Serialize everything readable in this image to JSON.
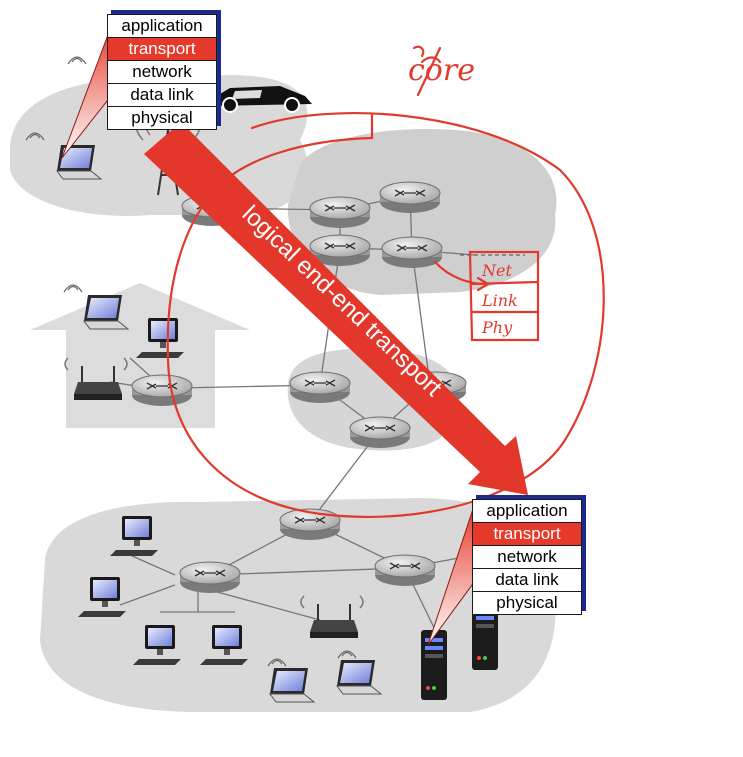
{
  "stacks": {
    "source": {
      "layers": [
        "application",
        "transport",
        "network",
        "data link",
        "physical"
      ],
      "active": "transport"
    },
    "destination": {
      "layers": [
        "application",
        "transport",
        "network",
        "data link",
        "physical"
      ],
      "active": "transport"
    }
  },
  "arrow_label": "logical end-end transport",
  "annotations": {
    "core_note": "core",
    "mini_stack": [
      "Net",
      "Link",
      "Phy"
    ]
  },
  "colors": {
    "arrow": "#e2372a",
    "ink": "#e03a2c",
    "cloud": "#d9d9d9",
    "stack_shadow": "#1c2a8f"
  }
}
